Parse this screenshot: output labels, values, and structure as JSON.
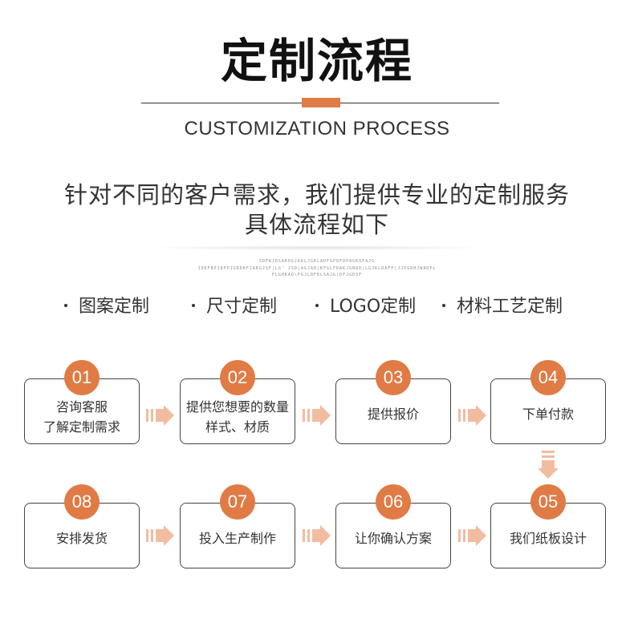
{
  "header": {
    "title": "定制流程",
    "subtitle_en": "CUSTOMIZATION PROCESS"
  },
  "intro": {
    "line1": "针对不同的客户需求，我们提供专业的定制服务",
    "line2": "具体流程如下",
    "filler1": "SDFKJDSAKOGJAKLJGKLADFGPOFDPAGKOFAJG",
    "filler2": "JDKFBPJDFPJGBDKFJAKGJSF|LG' JSD|AGJAD|KFGLFDAKJGNAD|LGJKLDAFP|JJPGDHJWADFL",
    "filler3": "FLGHKAD\\FGJLDFKLSAJG|DFJGDSF"
  },
  "features": [
    {
      "label": "图案定制"
    },
    {
      "label": "尺寸定制"
    },
    {
      "label": "LOGO定制"
    },
    {
      "label": "材料工艺定制"
    }
  ],
  "steps": [
    {
      "number": "01",
      "line1": "咨询客服",
      "line2": "了解定制需求"
    },
    {
      "number": "02",
      "line1": "提供您想要的数量",
      "line2": "样式、材质"
    },
    {
      "number": "03",
      "line1": "提供报价",
      "line2": ""
    },
    {
      "number": "04",
      "line1": "下单付款",
      "line2": ""
    },
    {
      "number": "05",
      "line1": "我们纸板设计",
      "line2": ""
    },
    {
      "number": "06",
      "line1": "让你确认方案",
      "line2": ""
    },
    {
      "number": "07",
      "line1": "投入生产制作",
      "line2": ""
    },
    {
      "number": "08",
      "line1": "安排发货",
      "line2": ""
    }
  ],
  "colors": {
    "accent": "#e07b45",
    "arrow": "#f2bca0",
    "border": "#444444"
  }
}
